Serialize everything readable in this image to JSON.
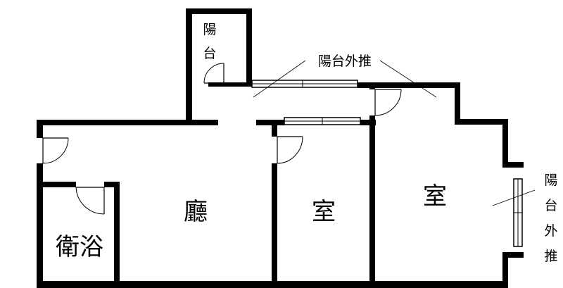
{
  "rooms": {
    "living": "廳",
    "bedroom_small": "室",
    "bedroom_large": "室",
    "bathroom": "衛浴"
  },
  "balcony": {
    "top_label_line1": "陽",
    "top_label_line2": "台"
  },
  "annotations": {
    "balcony_extension": "陽台外推",
    "side_char_1": "陽",
    "side_char_2": "台",
    "side_char_3": "外",
    "side_char_4": "推"
  }
}
